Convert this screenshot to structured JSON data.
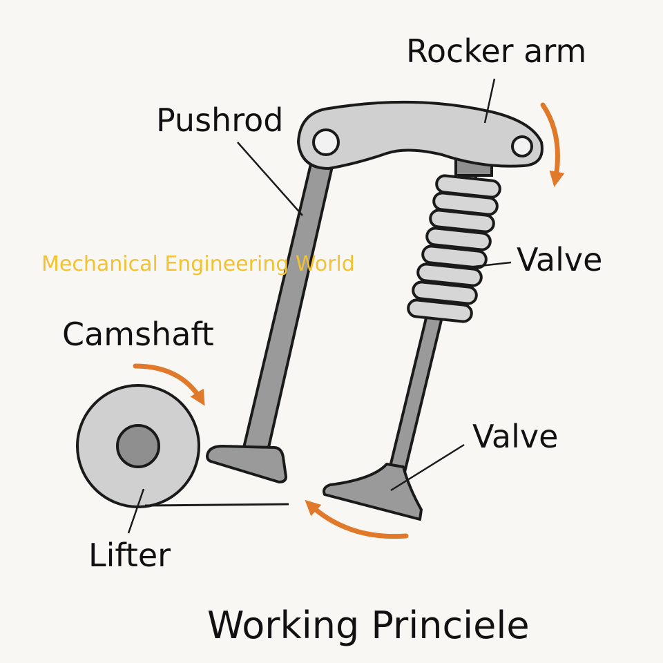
{
  "labels": {
    "rocker_arm": "Rocker arm",
    "pushrod": "Pushrod",
    "valve_spring": "Valve",
    "camshaft": "Camshaft",
    "valve": "Valve",
    "lifter": "Lifter"
  },
  "title": "Working Princiele",
  "watermark": "Mechanical Engineering World",
  "colors": {
    "background": "#f8f7f4",
    "metal_fill": "#c9c9c9",
    "metal_dark": "#8f8f8f",
    "outline": "#1a1a1a",
    "arrow": "#e07a2a",
    "watermark": "#f2c230"
  }
}
